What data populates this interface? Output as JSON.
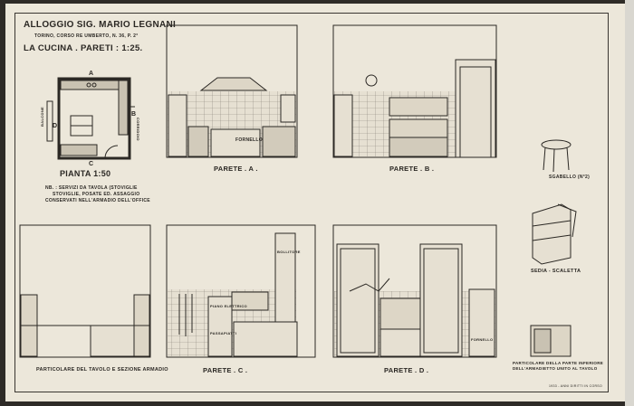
{
  "header": {
    "title": "ALLOGGIO SIG. MARIO LEGNANI",
    "address": "TORINO, CORSO RE UMBERTO, N. 36, P. 2°",
    "subtitle": "LA CUCINA . PARETI : 1:25."
  },
  "plan": {
    "label": "PIANTA  1:50",
    "letters": [
      "A",
      "B",
      "C",
      "D"
    ],
    "side_left": "BALCONE",
    "side_right": "CORRIDOIO",
    "notes": [
      "NB. : SERVIZI DA TAVOLA (STOVIGLIE",
      "STOVIGLIE, POSATE ED. ASSAGGIO",
      "CONSERVATI NELL'ARMADIO DELL'OFFICE"
    ]
  },
  "elevations": {
    "a": {
      "label": "PARETE . A .",
      "inner": "FORNELLO"
    },
    "b": {
      "label": "PARETE . B ."
    },
    "c": {
      "label": "PARETE . C .",
      "inner_1": "BOLLITORE",
      "inner_2": "PIANO ELETTRICO",
      "inner_3": "PASSAPIATTI"
    },
    "d": {
      "label": "PARETE . D .",
      "inner": "FORNELLO"
    },
    "e": {
      "label": "PARTICOLARE DEL TAVOLO E SEZIONE ARMADIO"
    }
  },
  "furniture": {
    "stool": "SGABELLO (N°2)",
    "chair": "SEDIA - SCALETTA",
    "detail": "PARTICOLARE DELLA PARTE INFERIORE DELL'ARMADIETTO UNITO AL TAVOLO"
  },
  "footer": {
    "signature": "1933 - ANNI DIRITTI IN CORSO"
  }
}
